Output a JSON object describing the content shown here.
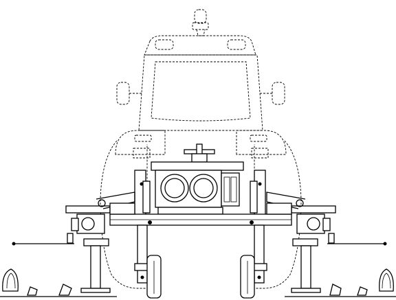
{
  "drawing": {
    "subject": "tractor-rear-implement-line-drawing",
    "line_color": "#000000",
    "background": "#ffffff",
    "tractor_outline_style": "dashed",
    "implement_outline_style": "solid"
  }
}
